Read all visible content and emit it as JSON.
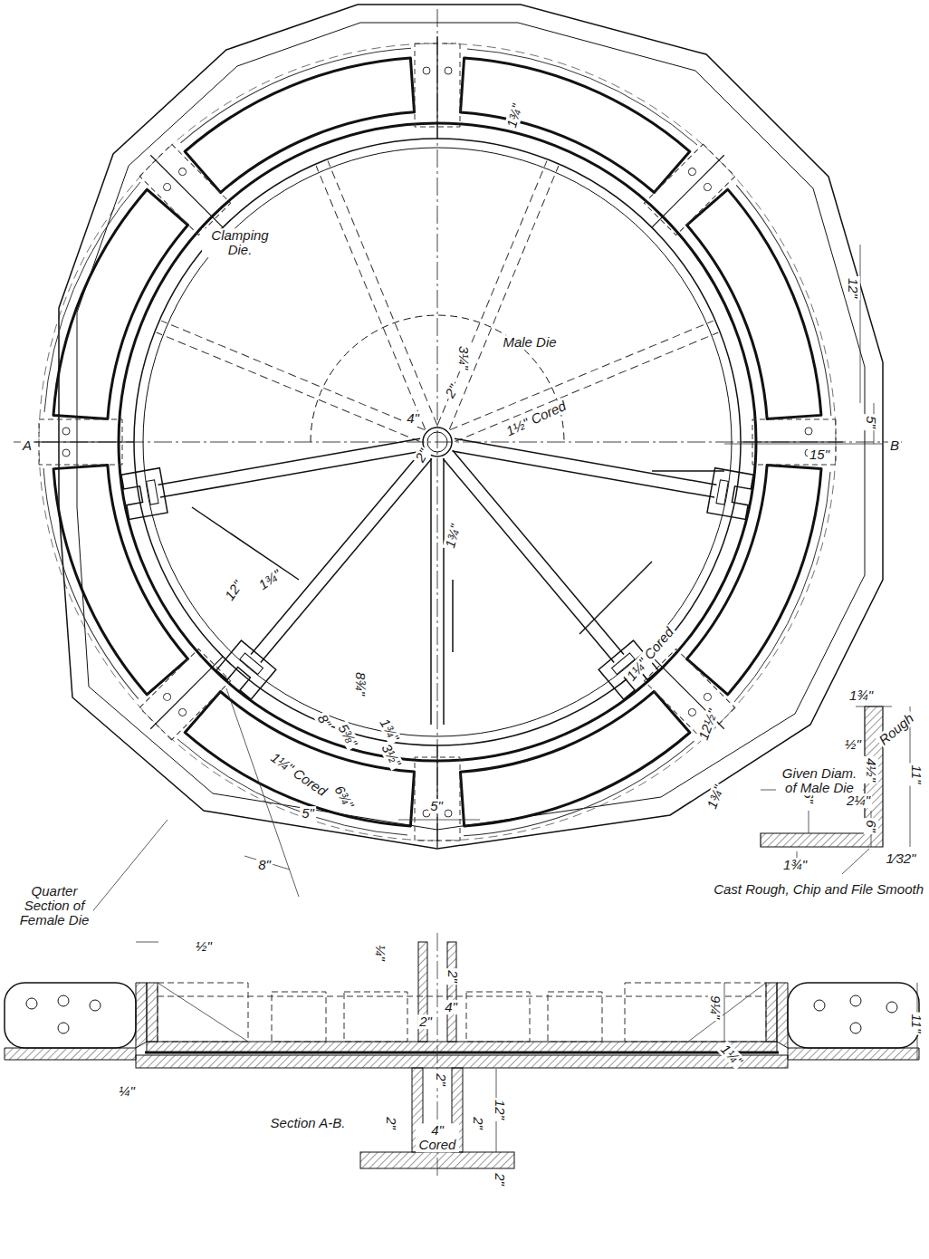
{
  "diagram": {
    "labels": [
      "Clamping Die.",
      "Male Die",
      "1¾\"",
      "3¼\"",
      "2\"",
      "4\"",
      "2\"",
      "1½\" Cored",
      "12\"",
      "5\"",
      "15\"",
      "A",
      "B",
      "1¾\"",
      "12\"",
      "1¾\"",
      "8¾\"",
      "8\"",
      "5⅜\"",
      "1¾\"",
      "3½\"",
      "1¼\" Cored",
      "12½\"",
      "1¾\"",
      "1¼\" Cored",
      "5\"",
      "6¾\"",
      "8\"",
      "5\"",
      "Quarter Section of Female Die",
      "1¾\"",
      "Rough",
      "½\"",
      "4½\"",
      "11\"",
      "2¼\"",
      "6\"",
      "6\"",
      "1¾\"",
      "1⁄32\"",
      "Given Diam. of Male Die",
      "Cast Rough, Chip and File Smooth",
      "½\"",
      "¼\"",
      "2\"",
      "2\"",
      "4\"",
      "9¼\"",
      "1¼\"",
      "11\"",
      "¼\"",
      "2\"",
      "2\"",
      "4\" Cored",
      "2\"",
      "12\"",
      "Section A-B.",
      "2\""
    ]
  }
}
